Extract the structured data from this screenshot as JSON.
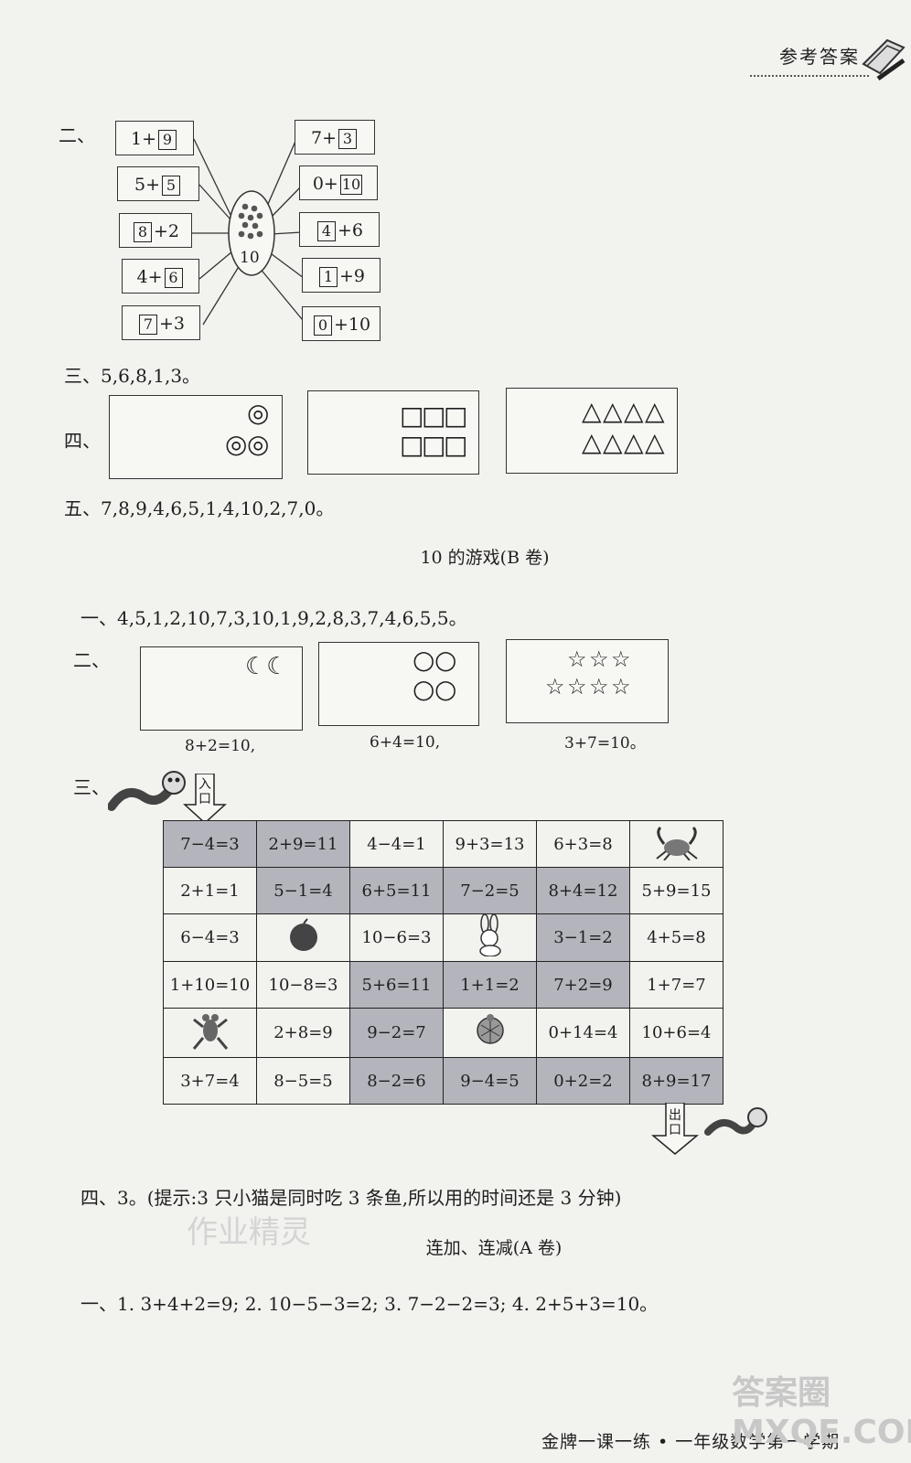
{
  "header": {
    "label": "参考答案"
  },
  "s2": {
    "marker": "二、",
    "left": [
      {
        "a": "1+",
        "b": "9",
        "boxed": "b"
      },
      {
        "a": "5+",
        "b": "5",
        "boxed": "b"
      },
      {
        "a": "8",
        "b": "+2",
        "boxed": "a"
      },
      {
        "a": "4+",
        "b": "6",
        "boxed": "b"
      },
      {
        "a": "7",
        "b": "+3",
        "boxed": "a"
      }
    ],
    "right": [
      {
        "a": "7+",
        "b": "3",
        "boxed": "b"
      },
      {
        "a": "0+",
        "b": "10",
        "boxed": "b"
      },
      {
        "a": "4",
        "b": "+6",
        "boxed": "a"
      },
      {
        "a": "1",
        "b": "+9",
        "boxed": "a"
      },
      {
        "a": "0",
        "b": "+10",
        "boxed": "a"
      }
    ],
    "center_number": "10"
  },
  "s3": {
    "text": "三、5,6,8,1,3。"
  },
  "s4": {
    "marker": "四、",
    "circles": "◎",
    "squares": "□",
    "triangles": "△"
  },
  "s5": {
    "text": "五、7,8,9,4,6,5,1,4,10,2,7,0。"
  },
  "titleB": "10 的游戏(B 卷)",
  "b1": {
    "text": "一、4,5,1,2,10,7,3,10,1,9,2,8,3,7,4,6,5,5。"
  },
  "b2": {
    "marker": "二、",
    "moons": "☾☾",
    "circle": "○",
    "star": "☆",
    "captions": [
      "8+2=10,",
      "6+4=10,",
      "3+7=10。"
    ]
  },
  "b3": {
    "marker": "三、",
    "entry": "入口",
    "exit": "出口",
    "rows": [
      [
        {
          "t": "7−4=3",
          "g": true
        },
        {
          "t": "2+9=11",
          "g": true
        },
        {
          "t": "4−4=1",
          "g": false
        },
        {
          "t": "9+3=13",
          "g": false
        },
        {
          "t": "6+3=8",
          "g": false
        },
        {
          "t": "",
          "g": false,
          "pic": "crab"
        }
      ],
      [
        {
          "t": "2+1=1",
          "g": false
        },
        {
          "t": "5−1=4",
          "g": true
        },
        {
          "t": "6+5=11",
          "g": true
        },
        {
          "t": "7−2=5",
          "g": true
        },
        {
          "t": "8+4=12",
          "g": true
        },
        {
          "t": "5+9=15",
          "g": false
        }
      ],
      [
        {
          "t": "6−4=3",
          "g": false
        },
        {
          "t": "",
          "g": false,
          "pic": "ball"
        },
        {
          "t": "10−6=3",
          "g": false
        },
        {
          "t": "",
          "g": false,
          "pic": "rabbit"
        },
        {
          "t": "3−1=2",
          "g": true
        },
        {
          "t": "4+5=8",
          "g": false
        }
      ],
      [
        {
          "t": "1+10=10",
          "g": false
        },
        {
          "t": "10−8=3",
          "g": false
        },
        {
          "t": "5+6=11",
          "g": true
        },
        {
          "t": "1+1=2",
          "g": true
        },
        {
          "t": "7+2=9",
          "g": true
        },
        {
          "t": "1+7=7",
          "g": false
        }
      ],
      [
        {
          "t": "",
          "g": false,
          "pic": "frog"
        },
        {
          "t": "2+8=9",
          "g": false
        },
        {
          "t": "9−2=7",
          "g": true
        },
        {
          "t": "",
          "g": false,
          "pic": "turtle"
        },
        {
          "t": "0+14=4",
          "g": false
        },
        {
          "t": "10+6=4",
          "g": false
        }
      ],
      [
        {
          "t": "3+7=4",
          "g": false
        },
        {
          "t": "8−5=5",
          "g": false
        },
        {
          "t": "8−2=6",
          "g": true
        },
        {
          "t": "9−4=5",
          "g": true
        },
        {
          "t": "0+2=2",
          "g": true
        },
        {
          "t": "8+9=17",
          "g": true
        }
      ]
    ]
  },
  "b4": {
    "text": "四、3。(提示:3 只小猫是同时吃 3 条鱼,所以用的时间还是 3 分钟)"
  },
  "watermark": "作业精灵",
  "titleA": "连加、连减(A 卷)",
  "a1": {
    "text": "一、1. 3+4+2=9; 2. 10−5−3=2; 3. 7−2−2=3; 4. 2+5+3=10。"
  },
  "footer": {
    "text": "金牌一课一练 • 一年级数学第一学期"
  },
  "corner_watermark": "答案圈 MXQE.COM"
}
